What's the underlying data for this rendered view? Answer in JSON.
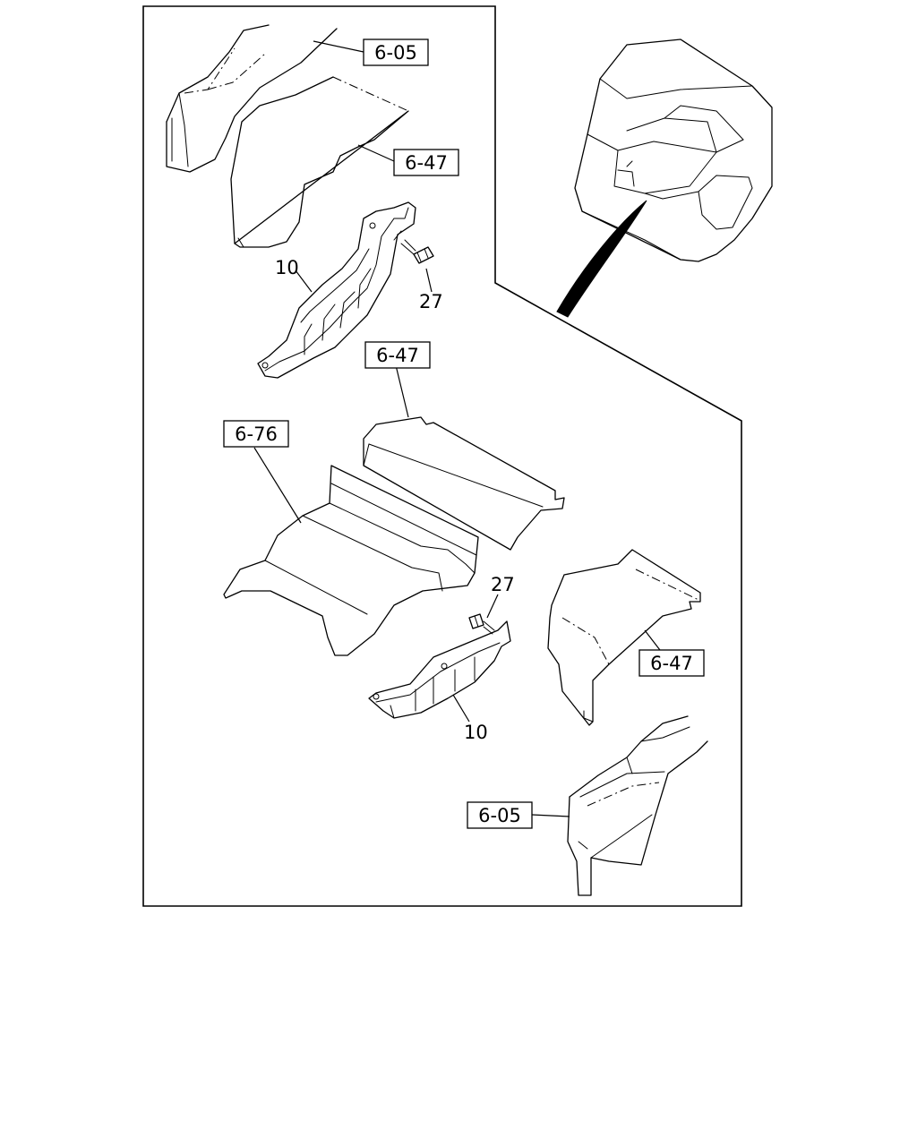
{
  "callouts": {
    "ref_top_605": "6-05",
    "ref_top_647": "6-47",
    "ref_mid_647": "6-47",
    "ref_676": "6-76",
    "ref_right_647": "6-47",
    "ref_bottom_605": "6-05",
    "part_10_upper": "10",
    "part_27_upper": "27",
    "part_27_lower": "27",
    "part_10_lower": "10"
  }
}
